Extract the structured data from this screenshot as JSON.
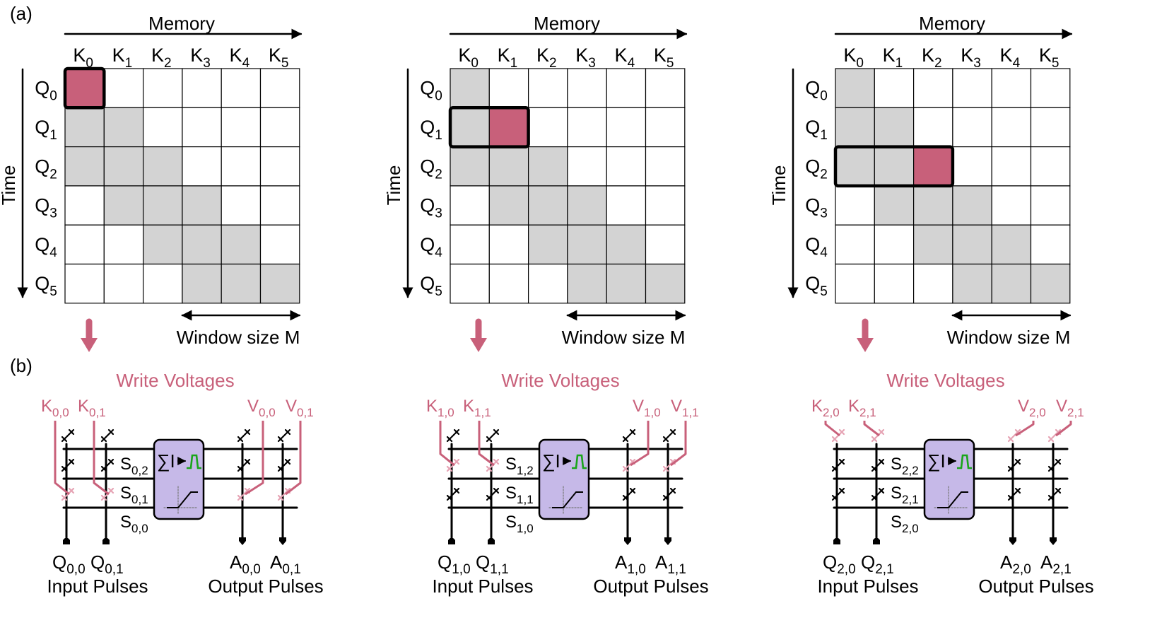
{
  "labels": {
    "panel_a": "(a)",
    "panel_b": "(b)",
    "memory": "Memory",
    "time": "Time",
    "window": "Window size M",
    "write_voltages": "Write Voltages",
    "input_pulses": "Input Pulses",
    "output_pulses": "Output Pulses",
    "sum_symbol": "∑I"
  },
  "grid": {
    "col_labels": [
      {
        "base": "K",
        "sub": "0"
      },
      {
        "base": "K",
        "sub": "1"
      },
      {
        "base": "K",
        "sub": "2"
      },
      {
        "base": "K",
        "sub": "3"
      },
      {
        "base": "K",
        "sub": "4"
      },
      {
        "base": "K",
        "sub": "5"
      }
    ],
    "row_labels": [
      {
        "base": "Q",
        "sub": "0"
      },
      {
        "base": "Q",
        "sub": "1"
      },
      {
        "base": "Q",
        "sub": "2"
      },
      {
        "base": "Q",
        "sub": "3"
      },
      {
        "base": "Q",
        "sub": "4"
      },
      {
        "base": "Q",
        "sub": "5"
      }
    ],
    "window_size": 3,
    "colors": {
      "shaded": "#d3d3d3",
      "active": "#c8607a",
      "line": "#000000"
    }
  },
  "panels": [
    {
      "step": 0,
      "write_k": [
        {
          "base": "K",
          "sub": "0,0"
        },
        {
          "base": "K",
          "sub": "0,1"
        }
      ],
      "write_v": [
        {
          "base": "V",
          "sub": "0,0"
        },
        {
          "base": "V",
          "sub": "0,1"
        }
      ],
      "inputs": [
        {
          "base": "Q",
          "sub": "0,0"
        },
        {
          "base": "Q",
          "sub": "0,1"
        }
      ],
      "outputs": [
        {
          "base": "A",
          "sub": "0,0"
        },
        {
          "base": "A",
          "sub": "0,1"
        }
      ],
      "s_labels": [
        {
          "base": "S",
          "sub": "0,2"
        },
        {
          "base": "S",
          "sub": "0,1"
        },
        {
          "base": "S",
          "sub": "0,0"
        }
      ]
    },
    {
      "step": 1,
      "write_k": [
        {
          "base": "K",
          "sub": "1,0"
        },
        {
          "base": "K",
          "sub": "1,1"
        }
      ],
      "write_v": [
        {
          "base": "V",
          "sub": "1,0"
        },
        {
          "base": "V",
          "sub": "1,1"
        }
      ],
      "inputs": [
        {
          "base": "Q",
          "sub": "1,0"
        },
        {
          "base": "Q",
          "sub": "1,1"
        }
      ],
      "outputs": [
        {
          "base": "A",
          "sub": "1,0"
        },
        {
          "base": "A",
          "sub": "1,1"
        }
      ],
      "s_labels": [
        {
          "base": "S",
          "sub": "1,2"
        },
        {
          "base": "S",
          "sub": "1,1"
        },
        {
          "base": "S",
          "sub": "1,0"
        }
      ]
    },
    {
      "step": 2,
      "write_k": [
        {
          "base": "K",
          "sub": "2,0"
        },
        {
          "base": "K",
          "sub": "2,1"
        }
      ],
      "write_v": [
        {
          "base": "V",
          "sub": "2,0"
        },
        {
          "base": "V",
          "sub": "2,1"
        }
      ],
      "inputs": [
        {
          "base": "Q",
          "sub": "2,0"
        },
        {
          "base": "Q",
          "sub": "2,1"
        }
      ],
      "outputs": [
        {
          "base": "A",
          "sub": "2,0"
        },
        {
          "base": "A",
          "sub": "2,1"
        }
      ],
      "s_labels": [
        {
          "base": "S",
          "sub": "2,2"
        },
        {
          "base": "S",
          "sub": "2,1"
        },
        {
          "base": "S",
          "sub": "2,0"
        }
      ]
    }
  ],
  "colors": {
    "pink": "#c8607a",
    "pink_light": "#e6a3b4",
    "purple": "#c6b9e8",
    "green": "#1aa51a",
    "black": "#000000"
  }
}
